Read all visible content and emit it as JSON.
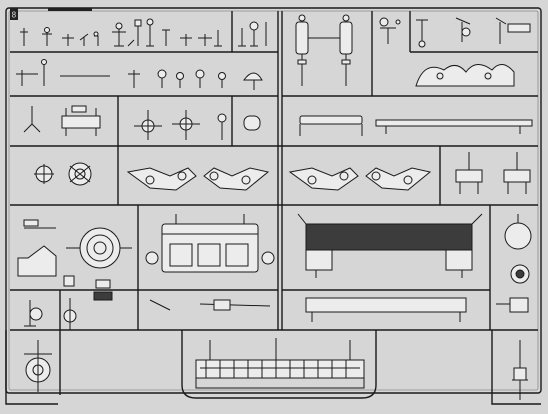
{
  "diagram": {
    "type": "model-kit sprue part diagram",
    "background_color": "#d6d6d6",
    "line_color": "#1a1a1a",
    "accent_dark": "#3c3c3c",
    "corner_tag": "8",
    "regions": [
      {
        "name": "small-levers-top-left",
        "shape": "lever-row"
      },
      {
        "name": "upright-pins-top-left",
        "shape": "pin-row"
      },
      {
        "name": "shock-absorbers",
        "shape": "shock-pair"
      },
      {
        "name": "hooks-and-arches",
        "shape": "arch-row"
      },
      {
        "name": "small-fittings-row-2",
        "shape": "knob-row"
      },
      {
        "name": "long-bar-center",
        "shape": "bar"
      },
      {
        "name": "springs-and-spindles",
        "shape": "spindle-row"
      },
      {
        "name": "axle-boxes",
        "shape": "box-pair"
      },
      {
        "name": "leaf-spring-arms-left",
        "shape": "arm-pair"
      },
      {
        "name": "leaf-spring-arms-right",
        "shape": "arm-pair"
      },
      {
        "name": "brackets-right",
        "shape": "bracket-pair"
      },
      {
        "name": "wheel-and-ramp",
        "shape": "wheel-ramp"
      },
      {
        "name": "chassis-frame-center",
        "shape": "frame"
      },
      {
        "name": "dark-deck-plate",
        "shape": "dark-plate"
      },
      {
        "name": "round-parts-right",
        "shape": "disc-stack"
      },
      {
        "name": "bottom-strip",
        "shape": "strip"
      },
      {
        "name": "bottom-left-parts",
        "shape": "figure-parts"
      },
      {
        "name": "bottom-rail",
        "shape": "rail"
      }
    ]
  }
}
